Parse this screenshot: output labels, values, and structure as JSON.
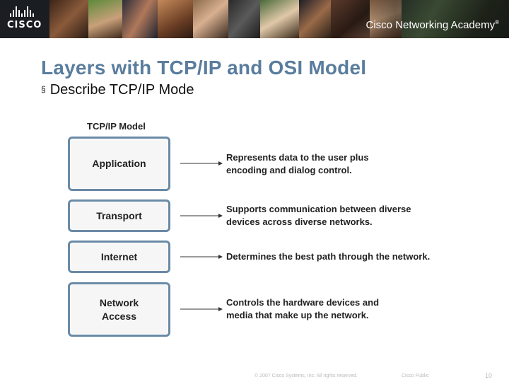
{
  "header": {
    "logo_text": "CISCO",
    "academy_text": "Cisco Networking Academy",
    "academy_mark": "®"
  },
  "slide": {
    "title": "Layers with TCP/IP and OSI Model",
    "bullet_mark": "§",
    "bullet": "Describe TCP/IP Mode"
  },
  "diagram": {
    "heading": "TCP/IP Model",
    "layers": [
      {
        "name": "Application",
        "description_line1": "Represents data to the user plus",
        "description_line2": "encoding and dialog control."
      },
      {
        "name": "Transport",
        "description_line1": "Supports communication between diverse",
        "description_line2": "devices across diverse networks."
      },
      {
        "name": "Internet",
        "description_line1": "Determines the best path through the network.",
        "description_line2": ""
      },
      {
        "name_line1": "Network",
        "name_line2": "Access",
        "description_line1": "Controls the hardware devices and",
        "description_line2": "media that make up the network."
      }
    ],
    "box_border_color": "#6a8aa6"
  },
  "footer": {
    "copyright": "© 2007 Cisco Systems, Inc. All rights reserved.",
    "classification": "Cisco Public",
    "page_number": "10"
  },
  "colors": {
    "title": "#5a7d9e",
    "banner": "#1a1d22"
  }
}
